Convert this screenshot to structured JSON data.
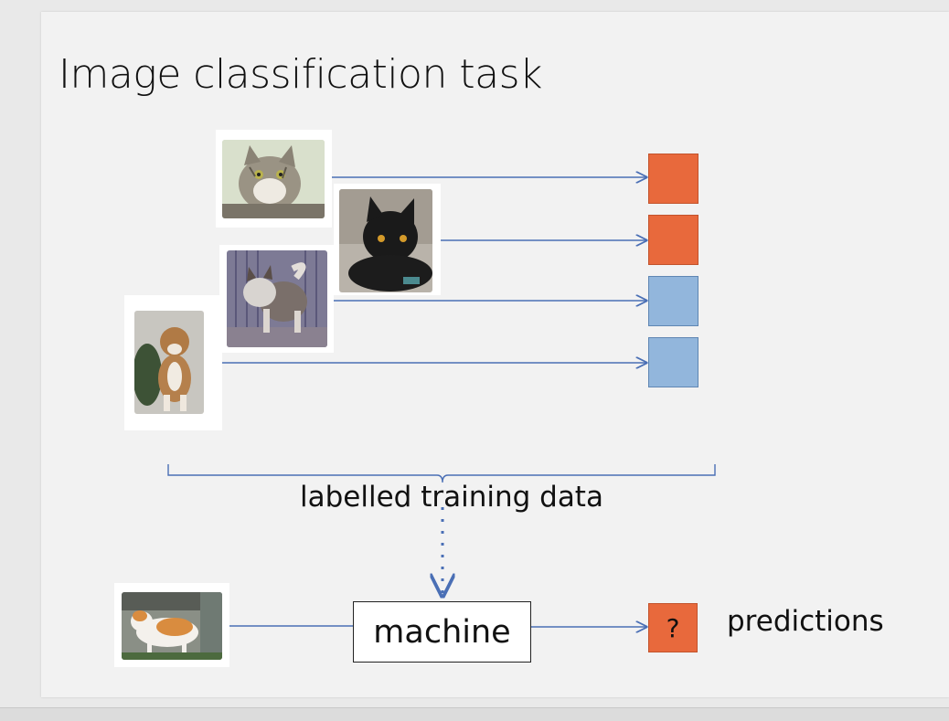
{
  "slide": {
    "title": "Image classification task",
    "bracket_label": "labelled training data",
    "machine_label": "machine",
    "unknown_label": "?",
    "predictions_label": "predictions"
  },
  "training_images": [
    {
      "name": "tabby cat photo",
      "class_color": "#e8693c"
    },
    {
      "name": "black cat photo",
      "class_color": "#e8693c"
    },
    {
      "name": "husky dog photo",
      "class_color": "#92b6dc"
    },
    {
      "name": "pit bull dog photo",
      "class_color": "#92b6dc"
    }
  ],
  "test_image": {
    "name": "orange and white cat photo"
  },
  "colors": {
    "cat_class": "#e8693c",
    "dog_class": "#92b6dc",
    "arrow": "#4a6fb5"
  }
}
